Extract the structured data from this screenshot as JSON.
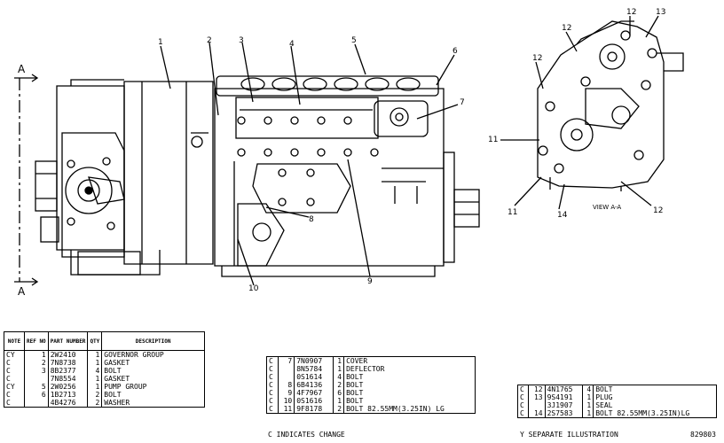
{
  "section_labels": {
    "a_top": "A",
    "a_bottom": "A",
    "view": "VIEW A-A"
  },
  "callouts": {
    "c1": "1",
    "c2": "2",
    "c3": "3",
    "c4": "4",
    "c5": "5",
    "c6": "6",
    "c7": "7",
    "c8": "8",
    "c9": "9",
    "c10": "10",
    "v11a": "11",
    "v11b": "11",
    "v12a": "12",
    "v12b": "12",
    "v12c": "12",
    "v12d": "12",
    "v13": "13",
    "v14": "14"
  },
  "table1": {
    "headers": [
      "NOTE",
      "REF NO",
      "PART NUMBER",
      "QTY",
      "DESCRIPTION"
    ],
    "rows": [
      [
        "CY",
        "1",
        "2W2410",
        "1",
        "GOVERNOR GROUP"
      ],
      [
        "C",
        "2",
        "7N8738",
        "1",
        "GASKET"
      ],
      [
        "C",
        "3",
        "8B2377",
        "4",
        "BOLT"
      ],
      [
        "C",
        "",
        "7N8554",
        "1",
        "GASKET"
      ],
      [
        "CY",
        "5",
        "2W0256",
        "1",
        "PUMP GROUP"
      ],
      [
        "C",
        "6",
        "1B2713",
        "2",
        "BOLT"
      ],
      [
        "C",
        "",
        "4B4276",
        "2",
        "WASHER"
      ]
    ]
  },
  "table2": {
    "rows": [
      [
        "C",
        "7",
        "7N0907",
        "1",
        "COVER"
      ],
      [
        "C",
        "",
        "8N5784",
        "1",
        "DEFLECTOR"
      ],
      [
        "C",
        "",
        "0S1614",
        "4",
        "BOLT"
      ],
      [
        "C",
        "8",
        "6B4136",
        "2",
        "BOLT"
      ],
      [
        "C",
        "9",
        "4F7967",
        "6",
        "BOLT"
      ],
      [
        "C",
        "10",
        "0S1616",
        "1",
        "BOLT"
      ],
      [
        "C",
        "11",
        "9F8178",
        "2",
        "BOLT 82.55MM(3.25IN) LG"
      ]
    ]
  },
  "table3": {
    "rows": [
      [
        "C",
        "12",
        "4N1765",
        "4",
        "BOLT"
      ],
      [
        "C",
        "13",
        "9S4191",
        "1",
        "PLUG"
      ],
      [
        "C",
        "",
        "3J1907",
        "1",
        "SEAL"
      ],
      [
        "C",
        "14",
        "2S7583",
        "1",
        "BOLT 82.55MM(3.25IN)LG"
      ]
    ]
  },
  "notes": {
    "c_note": "C  INDICATES CHANGE",
    "y_note": "Y  SEPARATE ILLUSTRATION",
    "figure_number": "829803"
  }
}
